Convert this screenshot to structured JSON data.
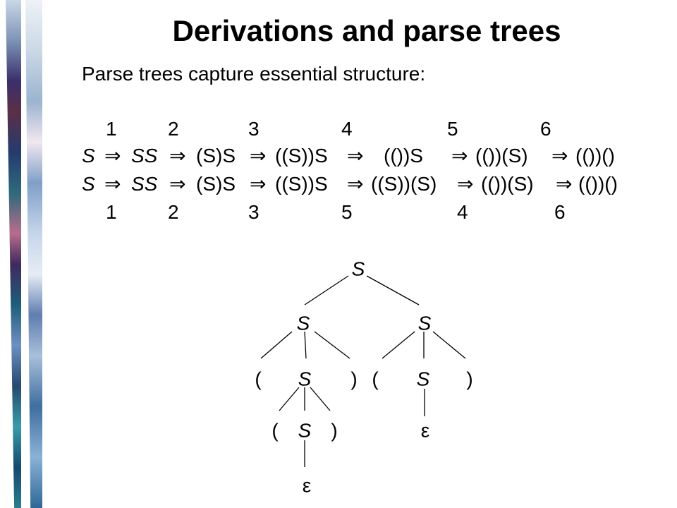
{
  "slide": {
    "title": "Derivations and parse trees",
    "subtitle": "Parse trees capture essential structure:"
  },
  "derivations": {
    "top_step_numbers": [
      "1",
      "2",
      "3",
      "4",
      "5",
      "6"
    ],
    "line1": [
      "S",
      "⇒",
      "SS",
      "⇒",
      "(S)S",
      "⇒",
      "((S))S",
      "⇒",
      "(())S",
      "⇒",
      "(())(S)",
      "⇒",
      "(())()"
    ],
    "line2": [
      "S",
      "⇒",
      "SS",
      "⇒",
      "(S)S",
      "⇒",
      "((S))S",
      "⇒",
      "((S))(S)",
      "⇒",
      "(())(S)",
      "⇒",
      "(())()"
    ],
    "bottom_step_numbers": [
      "1",
      "2",
      "3",
      "5",
      "4",
      "6"
    ]
  },
  "parse_tree": {
    "nodes": [
      {
        "id": "root",
        "label": "S"
      },
      {
        "id": "s-left",
        "label": "S"
      },
      {
        "id": "s-right",
        "label": "S"
      },
      {
        "id": "lp1",
        "label": "("
      },
      {
        "id": "s-ll",
        "label": "S"
      },
      {
        "id": "rp1",
        "label": ")"
      },
      {
        "id": "lp2",
        "label": "("
      },
      {
        "id": "s-rr",
        "label": "S"
      },
      {
        "id": "rp2",
        "label": ")"
      },
      {
        "id": "lp3",
        "label": "("
      },
      {
        "id": "s-inner",
        "label": "S"
      },
      {
        "id": "rp3",
        "label": ")"
      },
      {
        "id": "eps-right",
        "label": "ε"
      },
      {
        "id": "eps-inner",
        "label": "ε"
      }
    ],
    "edges": [
      [
        "root",
        "s-left"
      ],
      [
        "root",
        "s-right"
      ],
      [
        "s-left",
        "lp1"
      ],
      [
        "s-left",
        "s-ll"
      ],
      [
        "s-left",
        "rp1"
      ],
      [
        "s-right",
        "lp2"
      ],
      [
        "s-right",
        "s-rr"
      ],
      [
        "s-right",
        "rp2"
      ],
      [
        "s-ll",
        "lp3"
      ],
      [
        "s-ll",
        "s-inner"
      ],
      [
        "s-ll",
        "rp3"
      ],
      [
        "s-rr",
        "eps-right"
      ],
      [
        "s-inner",
        "eps-inner"
      ]
    ]
  }
}
